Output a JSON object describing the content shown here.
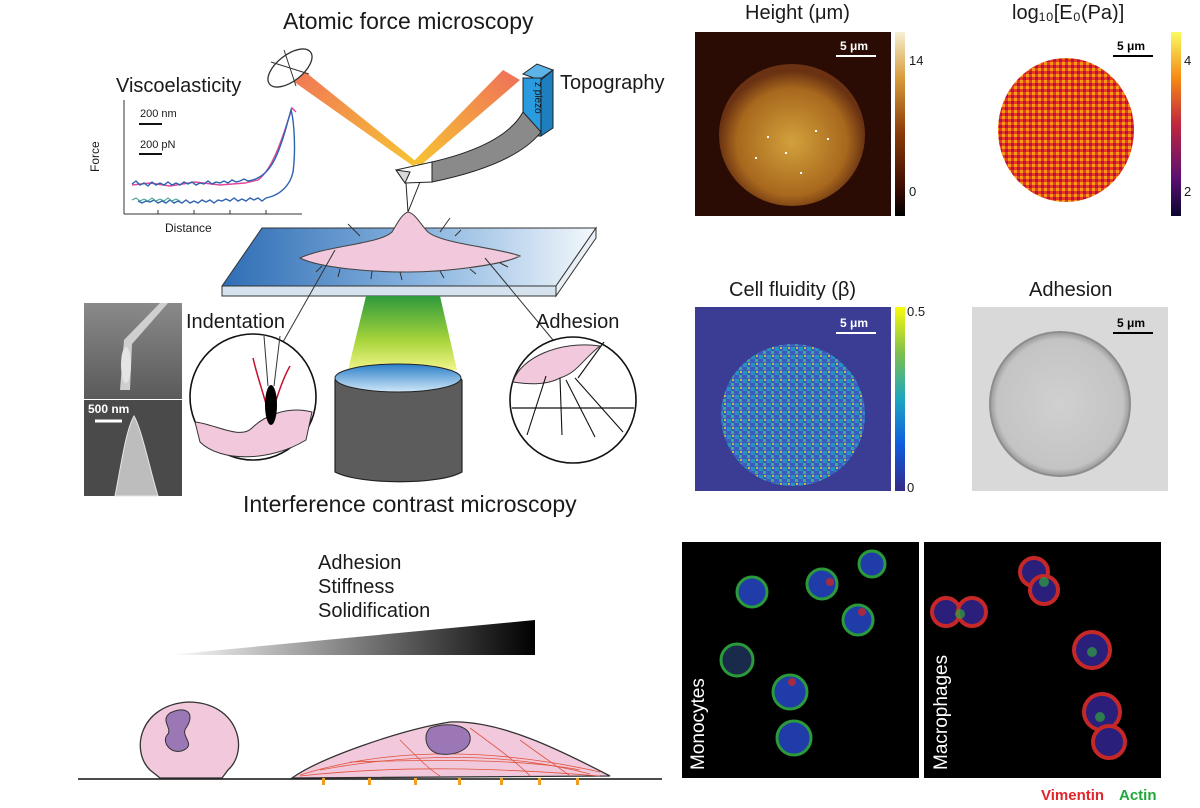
{
  "top_left": {
    "title": "Atomic force microscopy",
    "viscoelasticity": "Viscoelasticity",
    "topography": "Topography",
    "z_piezo": "z piezo",
    "scale_nm": "200 nm",
    "scale_pn": "200 pN",
    "force_axis": "Force",
    "distance_axis": "Distance",
    "indentation": "Indentation",
    "adhesion": "Adhesion",
    "sem_scale": "500 nm",
    "bottom_title": "Interference contrast microscopy"
  },
  "bottom_left": {
    "gradient_labels": [
      "Adhesion",
      "Stiffness",
      "Solidification"
    ]
  },
  "maps": {
    "height": {
      "title": "Height (μm)",
      "scale": "5 μm",
      "cb_max": "14",
      "cb_min": "0"
    },
    "modulus": {
      "title": "log₁₀[E₀(Pa)]",
      "scale": "5 μm",
      "cb_max": "4",
      "cb_min": "2"
    },
    "fluidity": {
      "title": "Cell fluidity (β)",
      "scale": "5 μm",
      "cb_max": "0.5",
      "cb_min": "0"
    },
    "adhesion": {
      "title": "Adhesion",
      "scale": "5 μm"
    }
  },
  "fluorescence": {
    "left_label": "Monocytes",
    "right_label": "Macrophages",
    "legend_red": "Vimentin",
    "legend_green": "Actin",
    "red_color": "#e0252b",
    "green_color": "#1fa83a"
  }
}
